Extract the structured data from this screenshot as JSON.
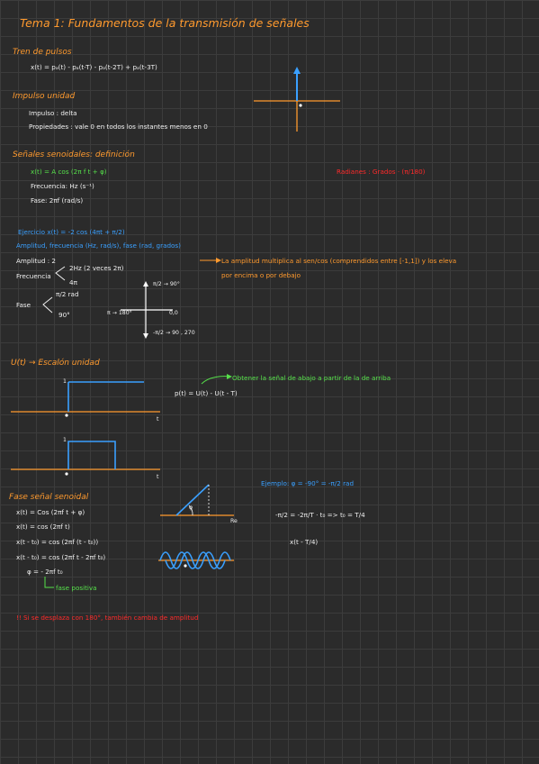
{
  "title": "Tema 1: Fundamentos de la transmisión de señales",
  "pulse_train": {
    "heading": "Tren de pulsos",
    "formula": "x(t) = pₐ(t) - pₐ(t-T) - pₐ(t-2T) + pₐ(t-3T)"
  },
  "impulse": {
    "heading": "Impulso unidad",
    "line1": "Impulso : delta",
    "line2": "Propiedades : vale 0 en todos los instantes menos en 0"
  },
  "sinusoid": {
    "heading": "Señales senoidales: definición",
    "formula": "x(t) = A cos (2π f t + φ)",
    "frequency": "Frecuencia: Hz (s⁻¹)",
    "phase": "Fase: 2πf (rad/s)",
    "note_red": "Radianes : Grados · (π/180)"
  },
  "exercise": {
    "line1": "Ejercicio  x(t) = -2 cos (4πt + π/2)",
    "line2": "Amplitud, frecuencia (Hz, rad/s), fase (rad, grados)",
    "amplitude": "Amplitud : 2",
    "frequency_label": "Frecuencia",
    "freq_hz": "2Hz (2 veces 2π)",
    "freq_rad": "4π",
    "phase_label": "Fase",
    "phase_rad": "π/2 rad",
    "phase_deg": "90°",
    "arrow_note": "La amplitud multiplica al sen/cos (comprendidos entre [-1,1]) y los eleva",
    "arrow_note2": "por encima o por debajo",
    "axis_top": "π/2 → 90°",
    "axis_left": "π → 180°",
    "axis_right": "0,0",
    "axis_bottom": "-π/2 → 90 , 270"
  },
  "step": {
    "heading": "U(t) → Escalón unidad",
    "note": "Obtener la señal de abajo a partir de la de arriba",
    "formula": "p(t) = U(t) - U(t - T)",
    "one": "1",
    "t": "t",
    "one2": "1",
    "t2": "t"
  },
  "phase_section": {
    "heading": "Fase señal senoidal",
    "l1": "x(t) = Cos (2πf t + φ)",
    "l2": "x(t) = cos (2πf t)",
    "l3": "x(t - t₀) = cos (2πf (t - t₀))",
    "l4": "x(t - t₀) = cos (2πf t - 2πf t₀)",
    "l5": "φ = - 2πf t₀",
    "l6": "fase positiva",
    "phi_label": "φ",
    "re_label": "Re",
    "example": "Ejemplo:  φ = -90° = -π/2 rad",
    "example2": "-π/2 = -2π/T · t₀  =>  t₀ = T/4",
    "example3": "x(t - T/4)",
    "red_note": "!! Si se desplaza con 180°, también cambia de amplitud"
  },
  "colors": {
    "orange": "#ff9a2e",
    "blue": "#3aa0ff",
    "green": "#56e04a",
    "red": "#ff2a2a",
    "grid": "#3c3c3c",
    "background": "#2b2b2b"
  }
}
